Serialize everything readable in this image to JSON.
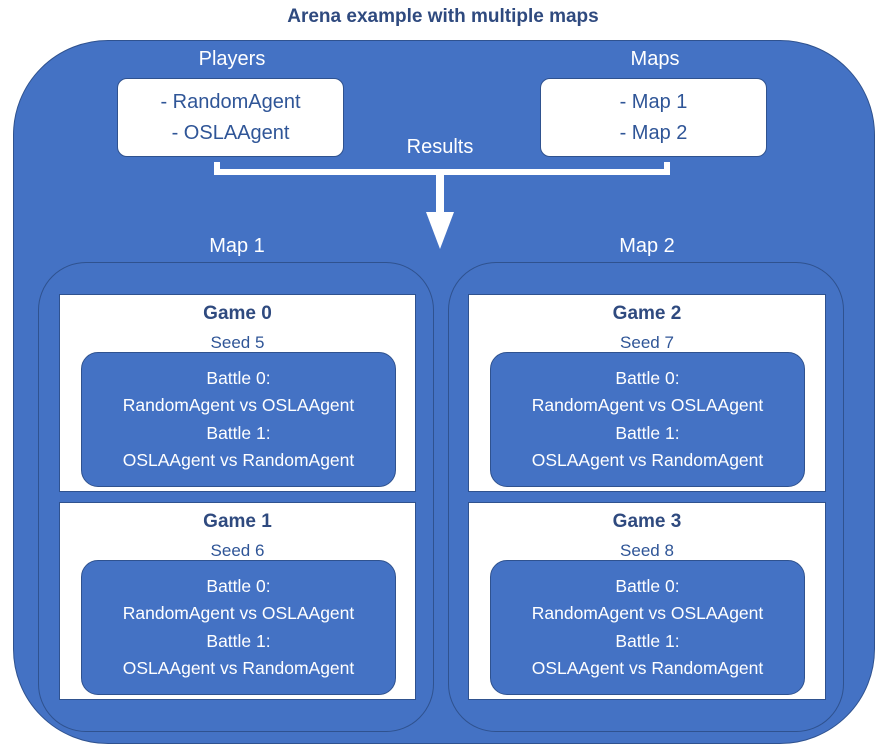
{
  "title": "Arena example with multiple maps",
  "players": {
    "label": "Players",
    "items": [
      "- RandomAgent",
      "- OSLAAgent"
    ]
  },
  "maps": {
    "label": "Maps",
    "items": [
      "- Map 1",
      "- Map 2"
    ]
  },
  "results_label": "Results",
  "map_groups": [
    {
      "label": "Map 1",
      "games": [
        {
          "title": "Game 0",
          "seed": "Seed 5",
          "battles": [
            "Battle 0:",
            "RandomAgent vs OSLAAgent",
            "Battle 1:",
            "OSLAAgent vs RandomAgent"
          ]
        },
        {
          "title": "Game 1",
          "seed": "Seed 6",
          "battles": [
            "Battle 0:",
            "RandomAgent vs OSLAAgent",
            "Battle 1:",
            "OSLAAgent vs RandomAgent"
          ]
        }
      ]
    },
    {
      "label": "Map 2",
      "games": [
        {
          "title": "Game 2",
          "seed": "Seed 7",
          "battles": [
            "Battle 0:",
            "RandomAgent vs OSLAAgent",
            "Battle 1:",
            "OSLAAgent vs RandomAgent"
          ]
        },
        {
          "title": "Game 3",
          "seed": "Seed 8",
          "battles": [
            "Battle 0:",
            "RandomAgent vs OSLAAgent",
            "Battle 1:",
            "OSLAAgent vs RandomAgent"
          ]
        }
      ]
    }
  ],
  "colors": {
    "arena_fill": "#4472C4",
    "border": "#2F528F",
    "dark_text": "#2F4A7F",
    "list_text": "#2F5597"
  }
}
